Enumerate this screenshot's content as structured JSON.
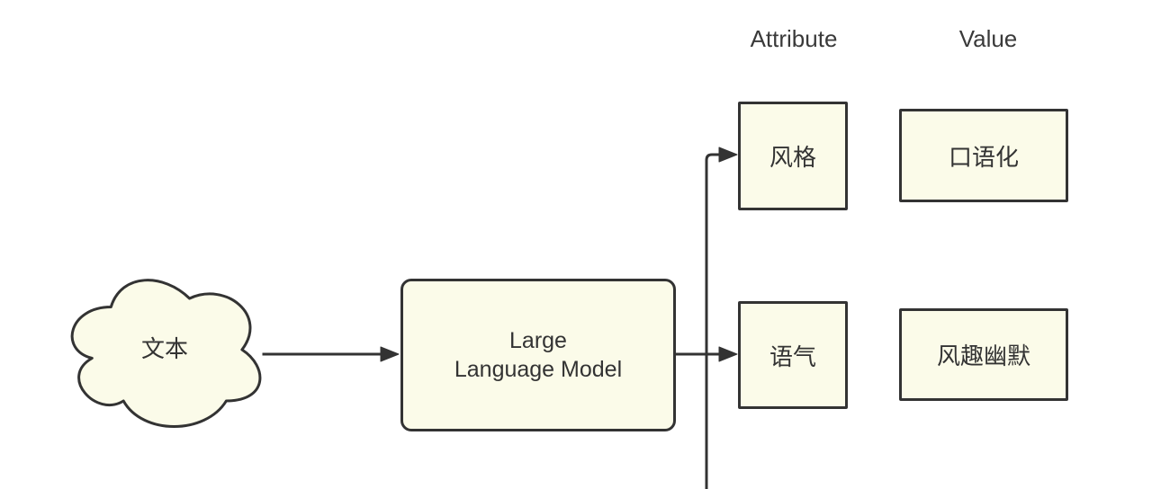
{
  "diagram": {
    "headers": {
      "attribute": "Attribute",
      "value": "Value"
    },
    "cloud_label": "文本",
    "model_label": "Large\nLanguage Model",
    "rows": [
      {
        "attribute": "风格",
        "value": "口语化"
      },
      {
        "attribute": "语气",
        "value": "风趣幽默"
      }
    ],
    "colors": {
      "background": "#ffffff",
      "node_fill": "#fbfbe9",
      "node_border": "#333333",
      "connector": "#333333",
      "text": "#333333"
    }
  }
}
